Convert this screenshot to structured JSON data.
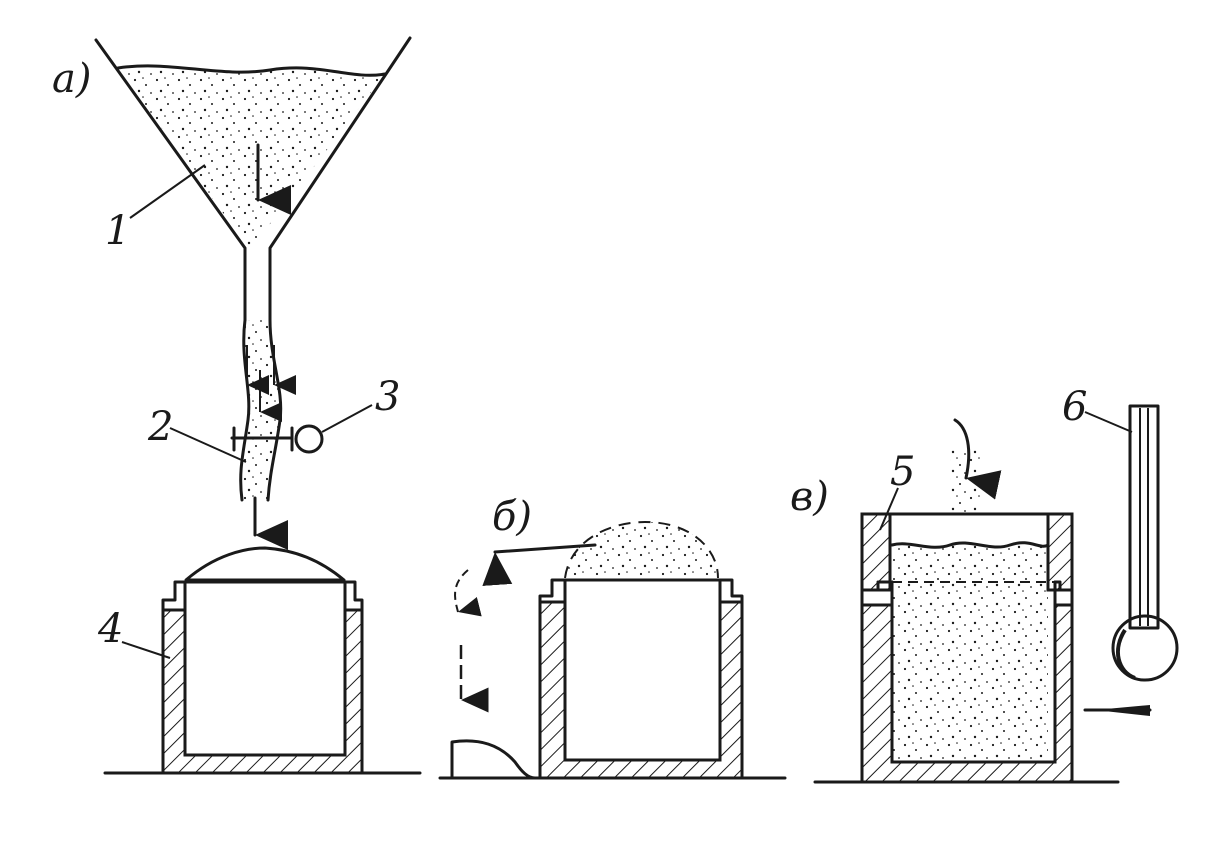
{
  "figure": {
    "panels": [
      {
        "id": "a",
        "label": "а)"
      },
      {
        "id": "b",
        "label": "б)"
      },
      {
        "id": "v",
        "label": "в)"
      }
    ],
    "callouts": [
      {
        "number": "1",
        "label": "1"
      },
      {
        "number": "2",
        "label": "2"
      },
      {
        "number": "3",
        "label": "3"
      },
      {
        "number": "4",
        "label": "4"
      },
      {
        "number": "5",
        "label": "5"
      },
      {
        "number": "6",
        "label": "6"
      }
    ],
    "colors": {
      "ink": "#1a1a1a",
      "paper": "#ffffff"
    }
  }
}
